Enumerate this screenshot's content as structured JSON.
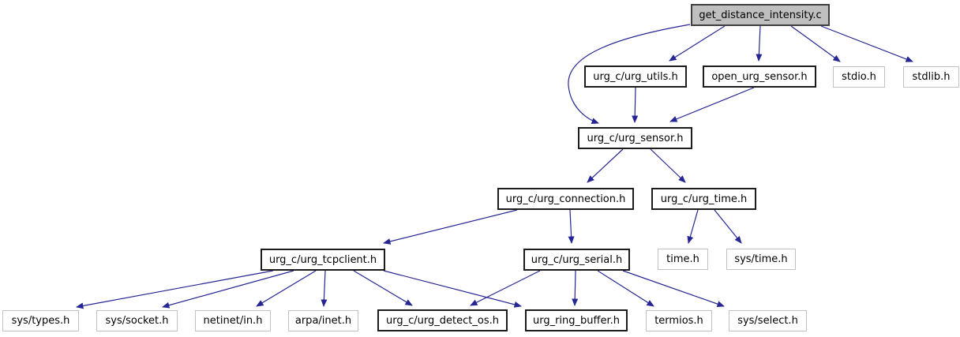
{
  "graph": {
    "title": "include dependency graph",
    "root": "get_distance_intensity.c",
    "colors": {
      "edge": "#252593",
      "main_node_fill": "#bfbfbf",
      "internal_node_border": "#1c1c1c",
      "external_node_border": "#c2c2c2",
      "background": "#ffffff"
    },
    "nodes": [
      {
        "label": "get_distance_intensity.c",
        "kind": "source-file"
      },
      {
        "label": "urg_c/urg_utils.h",
        "kind": "internal-header"
      },
      {
        "label": "open_urg_sensor.h",
        "kind": "internal-header"
      },
      {
        "label": "stdio.h",
        "kind": "external-header"
      },
      {
        "label": "stdlib.h",
        "kind": "external-header"
      },
      {
        "label": "urg_c/urg_sensor.h",
        "kind": "internal-header"
      },
      {
        "label": "urg_c/urg_connection.h",
        "kind": "internal-header"
      },
      {
        "label": "urg_c/urg_time.h",
        "kind": "internal-header"
      },
      {
        "label": "urg_c/urg_tcpclient.h",
        "kind": "internal-header"
      },
      {
        "label": "urg_c/urg_serial.h",
        "kind": "internal-header"
      },
      {
        "label": "time.h",
        "kind": "external-header"
      },
      {
        "label": "sys/time.h",
        "kind": "external-header"
      },
      {
        "label": "sys/types.h",
        "kind": "external-header"
      },
      {
        "label": "sys/socket.h",
        "kind": "external-header"
      },
      {
        "label": "netinet/in.h",
        "kind": "external-header"
      },
      {
        "label": "arpa/inet.h",
        "kind": "external-header"
      },
      {
        "label": "urg_c/urg_detect_os.h",
        "kind": "internal-header"
      },
      {
        "label": "urg_ring_buffer.h",
        "kind": "internal-header"
      },
      {
        "label": "termios.h",
        "kind": "external-header"
      },
      {
        "label": "sys/select.h",
        "kind": "external-header"
      }
    ],
    "edges": [
      {
        "from": "get_distance_intensity.c",
        "to": "urg_c/urg_utils.h"
      },
      {
        "from": "get_distance_intensity.c",
        "to": "open_urg_sensor.h"
      },
      {
        "from": "get_distance_intensity.c",
        "to": "stdio.h"
      },
      {
        "from": "get_distance_intensity.c",
        "to": "stdlib.h"
      },
      {
        "from": "get_distance_intensity.c",
        "to": "urg_c/urg_sensor.h"
      },
      {
        "from": "urg_c/urg_utils.h",
        "to": "urg_c/urg_sensor.h"
      },
      {
        "from": "open_urg_sensor.h",
        "to": "urg_c/urg_sensor.h"
      },
      {
        "from": "urg_c/urg_sensor.h",
        "to": "urg_c/urg_connection.h"
      },
      {
        "from": "urg_c/urg_sensor.h",
        "to": "urg_c/urg_time.h"
      },
      {
        "from": "urg_c/urg_connection.h",
        "to": "urg_c/urg_tcpclient.h"
      },
      {
        "from": "urg_c/urg_connection.h",
        "to": "urg_c/urg_serial.h"
      },
      {
        "from": "urg_c/urg_time.h",
        "to": "time.h"
      },
      {
        "from": "urg_c/urg_time.h",
        "to": "sys/time.h"
      },
      {
        "from": "urg_c/urg_tcpclient.h",
        "to": "sys/types.h"
      },
      {
        "from": "urg_c/urg_tcpclient.h",
        "to": "sys/socket.h"
      },
      {
        "from": "urg_c/urg_tcpclient.h",
        "to": "netinet/in.h"
      },
      {
        "from": "urg_c/urg_tcpclient.h",
        "to": "arpa/inet.h"
      },
      {
        "from": "urg_c/urg_tcpclient.h",
        "to": "urg_c/urg_detect_os.h"
      },
      {
        "from": "urg_c/urg_tcpclient.h",
        "to": "urg_ring_buffer.h"
      },
      {
        "from": "urg_c/urg_serial.h",
        "to": "urg_c/urg_detect_os.h"
      },
      {
        "from": "urg_c/urg_serial.h",
        "to": "urg_ring_buffer.h"
      },
      {
        "from": "urg_c/urg_serial.h",
        "to": "termios.h"
      },
      {
        "from": "urg_c/urg_serial.h",
        "to": "sys/select.h"
      }
    ]
  }
}
